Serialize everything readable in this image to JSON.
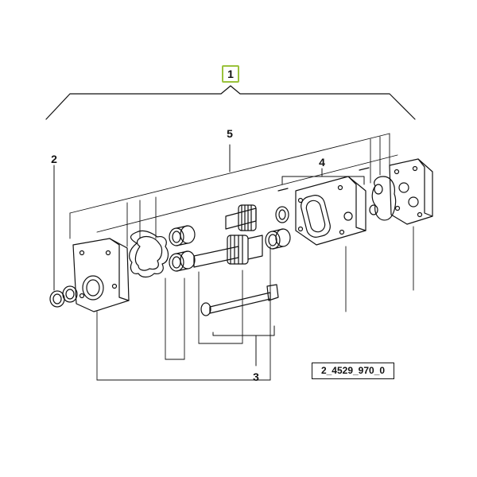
{
  "callouts": {
    "c1": "1",
    "c2": "2",
    "c3": "3",
    "c4": "4",
    "c5": "5"
  },
  "drawing_id": "2_4529_970_0",
  "colors": {
    "selection_highlight": "#9ac23c",
    "line": "#111111"
  }
}
